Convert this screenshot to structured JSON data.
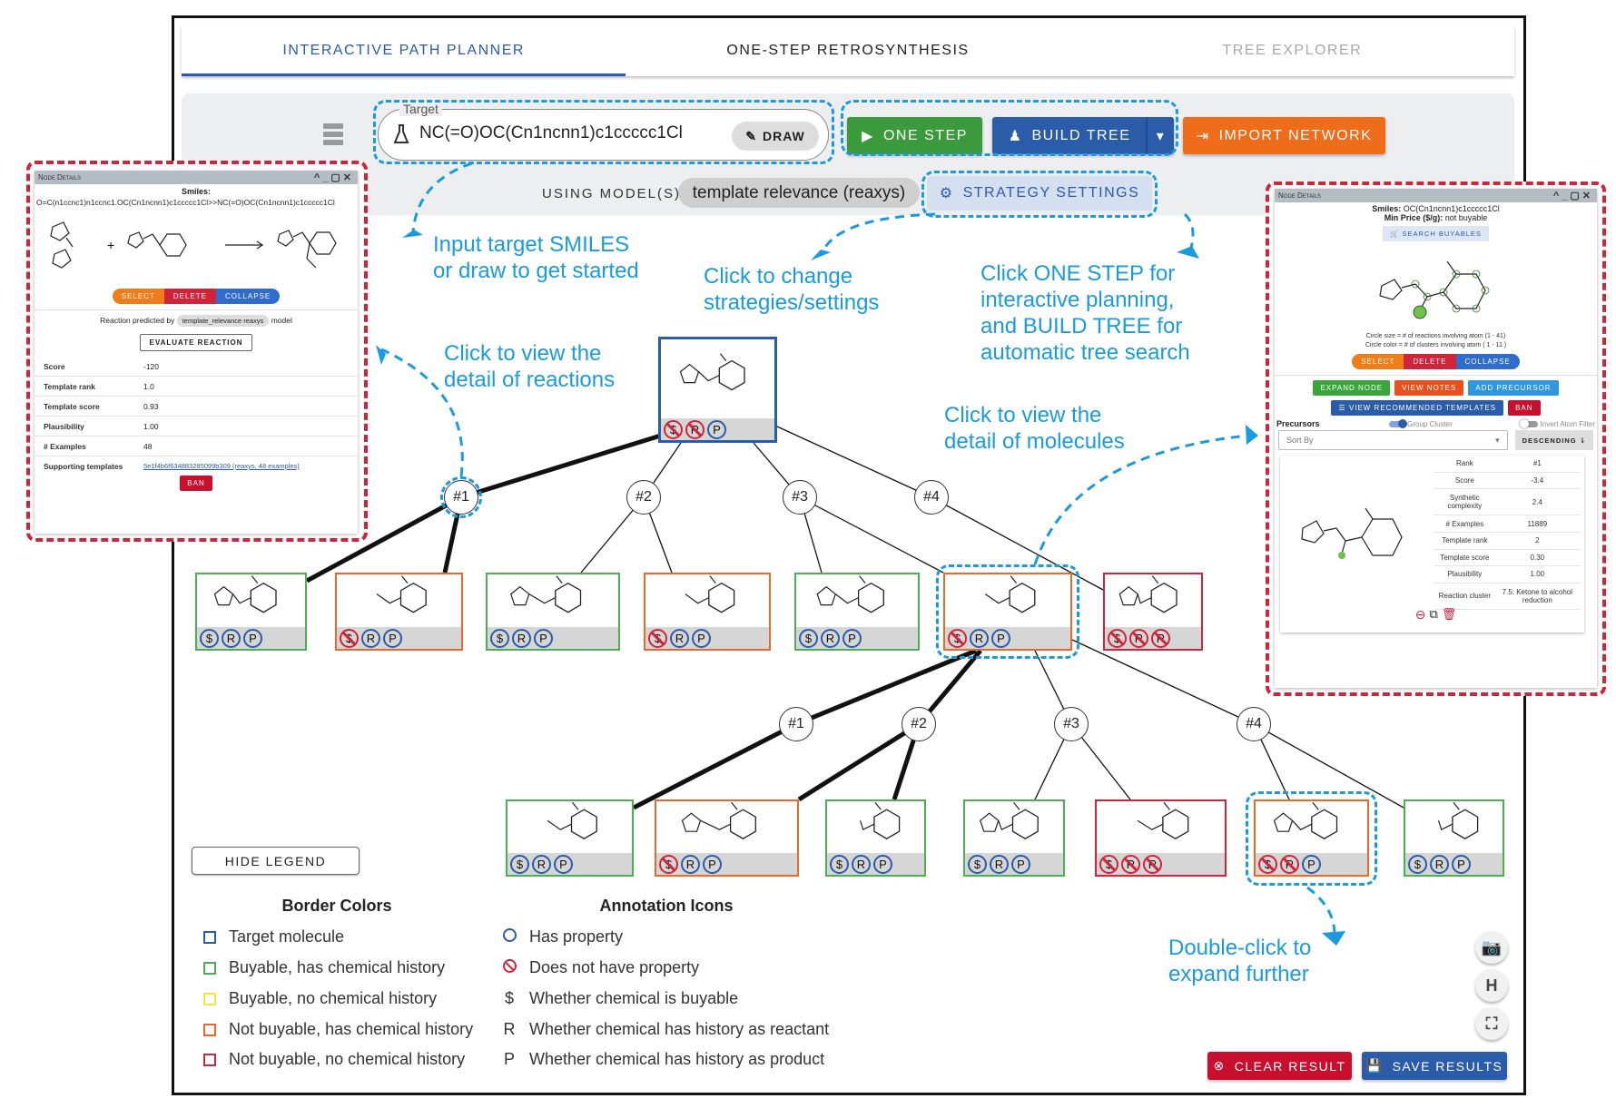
{
  "tabs": [
    {
      "label": "INTERACTIVE PATH PLANNER",
      "state": "active"
    },
    {
      "label": "ONE-STEP RETROSYNTHESIS",
      "state": "normal"
    },
    {
      "label": "TREE EXPLORER",
      "state": "disabled"
    }
  ],
  "toolbar": {
    "target_label": "Target",
    "target_value": "NC(=O)OC(Cn1ncnn1)c1ccccc1Cl",
    "draw_label": "DRAW",
    "one_step_label": "ONE STEP",
    "build_tree_label": "BUILD TREE",
    "import_label": "IMPORT NETWORK",
    "model_label": "USING MODEL(S):",
    "model_value": "template relevance (reaxys)",
    "strategy_label": "STRATEGY SETTINGS"
  },
  "notes": {
    "input": "Input target SMILES\nor draw to get started",
    "strategy": "Click to change\nstrategies/settings",
    "onestep": "Click ONE STEP for\ninteractive planning,\nand BUILD TREE for\nautomatic tree search",
    "reactions": "Click to view the\ndetail of reactions",
    "molecules": "Click to view the\ndetail of molecules",
    "expand": "Double-click to\nexpand further"
  },
  "colors": {
    "target": "#2a5caa",
    "buyable_history": "#4caf50",
    "buyable_no_history": "#f5e63a",
    "not_buyable_history": "#e8692a",
    "not_buyable_no_history": "#d0243a",
    "callout": "#1a9be0",
    "has_property": "#2a5caa",
    "no_property": "#d0243a"
  },
  "tree": {
    "target": {
      "border": "target",
      "badges": [
        [
          "$",
          "no"
        ],
        [
          "R",
          "no"
        ],
        [
          "P",
          "has"
        ]
      ]
    },
    "level1_reactions": [
      "#1",
      "#2",
      "#3",
      "#4"
    ],
    "level1_nodes": [
      {
        "border": "buyable_history",
        "badges": [
          [
            "$",
            "has"
          ],
          [
            "R",
            "has"
          ],
          [
            "P",
            "has"
          ]
        ]
      },
      {
        "border": "not_buyable_history",
        "badges": [
          [
            "$",
            "no"
          ],
          [
            "R",
            "has"
          ],
          [
            "P",
            "has"
          ]
        ]
      },
      {
        "border": "buyable_history",
        "badges": [
          [
            "$",
            "has"
          ],
          [
            "R",
            "has"
          ],
          [
            "P",
            "has"
          ]
        ]
      },
      {
        "border": "not_buyable_history",
        "badges": [
          [
            "$",
            "no"
          ],
          [
            "R",
            "has"
          ],
          [
            "P",
            "has"
          ]
        ]
      },
      {
        "border": "buyable_history",
        "badges": [
          [
            "$",
            "has"
          ],
          [
            "R",
            "has"
          ],
          [
            "P",
            "has"
          ]
        ]
      },
      {
        "border": "not_buyable_history",
        "badges": [
          [
            "$",
            "no"
          ],
          [
            "R",
            "has"
          ],
          [
            "P",
            "has"
          ]
        ]
      },
      {
        "border": "not_buyable_no_history",
        "badges": [
          [
            "$",
            "no"
          ],
          [
            "R",
            "no"
          ],
          [
            "R",
            "no"
          ]
        ]
      }
    ],
    "level2_reactions": [
      "#1",
      "#2",
      "#3",
      "#4"
    ],
    "level2_nodes": [
      {
        "border": "buyable_history",
        "badges": [
          [
            "$",
            "has"
          ],
          [
            "R",
            "has"
          ],
          [
            "P",
            "has"
          ]
        ]
      },
      {
        "border": "not_buyable_history",
        "badges": [
          [
            "$",
            "no"
          ],
          [
            "R",
            "has"
          ],
          [
            "P",
            "has"
          ]
        ]
      },
      {
        "border": "buyable_history",
        "badges": [
          [
            "$",
            "has"
          ],
          [
            "R",
            "has"
          ],
          [
            "P",
            "has"
          ]
        ]
      },
      {
        "border": "buyable_history",
        "badges": [
          [
            "$",
            "has"
          ],
          [
            "R",
            "has"
          ],
          [
            "P",
            "has"
          ]
        ]
      },
      {
        "border": "not_buyable_no_history",
        "badges": [
          [
            "$",
            "no"
          ],
          [
            "R",
            "no"
          ],
          [
            "R",
            "no"
          ]
        ]
      },
      {
        "border": "not_buyable_history",
        "badges": [
          [
            "$",
            "no"
          ],
          [
            "R",
            "no"
          ],
          [
            "P",
            "has"
          ]
        ]
      },
      {
        "border": "buyable_history",
        "badges": [
          [
            "$",
            "has"
          ],
          [
            "R",
            "has"
          ],
          [
            "P",
            "has"
          ]
        ]
      }
    ]
  },
  "legend": {
    "hide_label": "HIDE LEGEND",
    "border_title": "Border Colors",
    "border_items": [
      {
        "label": "Target molecule",
        "color": "#2a5caa"
      },
      {
        "label": "Buyable, has chemical history",
        "color": "#4caf50"
      },
      {
        "label": "Buyable, no chemical history",
        "color": "#f5e63a"
      },
      {
        "label": "Not buyable, has chemical history",
        "color": "#e8692a"
      },
      {
        "label": "Not buyable, no chemical history",
        "color": "#d0243a"
      }
    ],
    "icon_title": "Annotation Icons",
    "icon_items": [
      {
        "glyph": "○",
        "label": "Has property",
        "icon": "circle-icon"
      },
      {
        "glyph": "⃠",
        "label": "Does not have property",
        "icon": "prohibited-icon"
      },
      {
        "glyph": "$",
        "label": "Whether chemical is buyable",
        "icon": "dollar-icon"
      },
      {
        "glyph": "R",
        "label": "Whether chemical has history as reactant",
        "icon": "r-icon"
      },
      {
        "glyph": "P",
        "label": "Whether chemical has history as product",
        "icon": "p-icon"
      }
    ]
  },
  "side_buttons": {
    "h_label": "H"
  },
  "actions": {
    "clear_label": "CLEAR RESULT",
    "save_label": "SAVE RESULTS"
  },
  "reaction_panel": {
    "title": "Node Details",
    "smiles_label": "Smiles:",
    "smiles": "O=C(n1ccnc1)n1ccnc1.OC(Cn1ncnn1)c1ccccc1Cl>>NC(=O)OC(Cn1ncnn1)c1ccccc1Cl",
    "select": "SELECT",
    "delete": "DELETE",
    "collapse": "COLLAPSE",
    "predicted_prefix": "Reaction predicted by",
    "predicted_model": "template_relevance reaxys",
    "predicted_suffix": "model",
    "evaluate": "EVALUATE REACTION",
    "rows": [
      {
        "k": "Score",
        "v": "-120"
      },
      {
        "k": "Template rank",
        "v": "1.0"
      },
      {
        "k": "Template score",
        "v": "0.93"
      },
      {
        "k": "Plausibility",
        "v": "1.00"
      },
      {
        "k": "# Examples",
        "v": "48"
      }
    ],
    "supporting_label": "Supporting templates",
    "supporting_link": "5e1f4b6f634883285099b309 (reaxys, 48 examples)",
    "ban": "BAN"
  },
  "molecule_panel": {
    "title": "Node Details",
    "smiles_label": "Smiles:",
    "smiles": "OC(Cn1ncnn1)c1ccccc1Cl",
    "price_label": "Min Price ($/g):",
    "price": "not buyable",
    "search": "SEARCH BUYABLES",
    "circle_size": "Circle size = # of reactions involving atom (1 - 41)",
    "circle_color": "Circle color = # of clusters involving atom ( 1 - 11 )",
    "select": "SELECT",
    "delete": "DELETE",
    "collapse": "COLLAPSE",
    "expand": "EXPAND NODE",
    "notes": "VIEW NOTES",
    "add": "ADD PRECURSOR",
    "templates": "VIEW RECOMMENDED TEMPLATES",
    "ban": "BAN",
    "precursors": "Precursors",
    "group_cluster": "Group Cluster",
    "group_cluster_on": true,
    "invert": "Invert Atom Filter",
    "invert_on": false,
    "sort_placeholder": "Sort By",
    "descending": "DESCENDING",
    "precursor": [
      {
        "k": "Rank",
        "v": "#1"
      },
      {
        "k": "Score",
        "v": "-3.4"
      },
      {
        "k": "Synthetic complexity",
        "v": "2.4"
      },
      {
        "k": "# Examples",
        "v": "11889"
      },
      {
        "k": "Template rank",
        "v": "2"
      },
      {
        "k": "Template score",
        "v": "0.30"
      },
      {
        "k": "Plausibility",
        "v": "1.00"
      },
      {
        "k": "Reaction cluster",
        "v": "7.5: Ketone to alcohol reduction"
      }
    ]
  }
}
